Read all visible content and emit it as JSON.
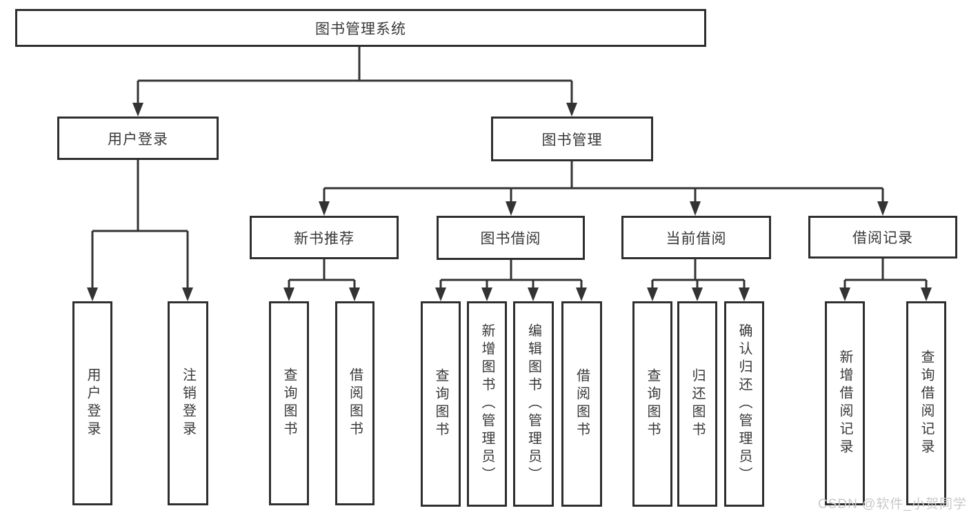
{
  "diagram_type": "function-structure-tree",
  "tree": {
    "root": {
      "label": "图书管理系统"
    },
    "branches": [
      {
        "label": "用户登录",
        "children": [
          {
            "label": "用户登录"
          },
          {
            "label": "注销登录"
          }
        ]
      },
      {
        "label": "图书管理",
        "children": [
          {
            "label": "新书推荐",
            "children": [
              {
                "label": "查询图书"
              },
              {
                "label": "借阅图书"
              }
            ]
          },
          {
            "label": "图书借阅",
            "children": [
              {
                "label": "查询图书"
              },
              {
                "label": "新增图书（管理员）"
              },
              {
                "label": "编辑图书（管理员）"
              },
              {
                "label": "借阅图书"
              }
            ]
          },
          {
            "label": "当前借阅",
            "children": [
              {
                "label": "查询图书"
              },
              {
                "label": "归还图书"
              },
              {
                "label": "确认归还（管理员）"
              }
            ]
          },
          {
            "label": "借阅记录",
            "children": [
              {
                "label": "新增借阅记录"
              },
              {
                "label": "查询借阅记录"
              }
            ]
          }
        ]
      }
    ]
  },
  "watermark": {
    "text": "CSDN @软件_小贺同学"
  },
  "colors": {
    "line": "#333333",
    "box_border": "#2e2e2e",
    "text": "#383838",
    "watermark": "#c9c9c9",
    "background": "#ffffff"
  }
}
